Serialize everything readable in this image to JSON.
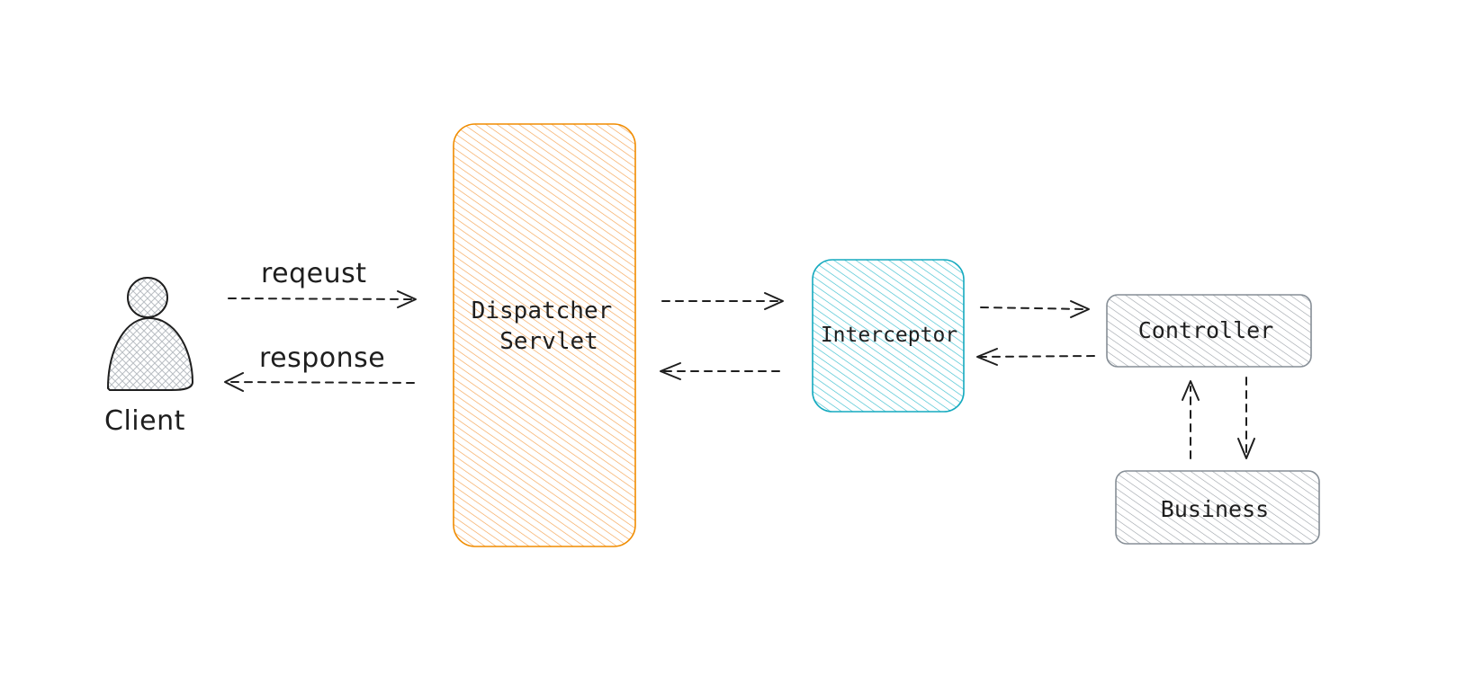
{
  "nodes": {
    "client": {
      "label": "Client"
    },
    "dispatcher": {
      "line1": "Dispatcher",
      "line2": "Servlet",
      "color": "#f08c00",
      "fill": "#ffd8a8"
    },
    "interceptor": {
      "label": "Interceptor",
      "color": "#15aabf",
      "fill": "#99e9f2"
    },
    "controller": {
      "label": "Controller",
      "color": "#868e96",
      "fill": "#ced4da"
    },
    "business": {
      "label": "Business",
      "color": "#868e96",
      "fill": "#ced4da"
    }
  },
  "edges": {
    "request": {
      "label": "reqeust"
    },
    "response": {
      "label": "response"
    }
  }
}
